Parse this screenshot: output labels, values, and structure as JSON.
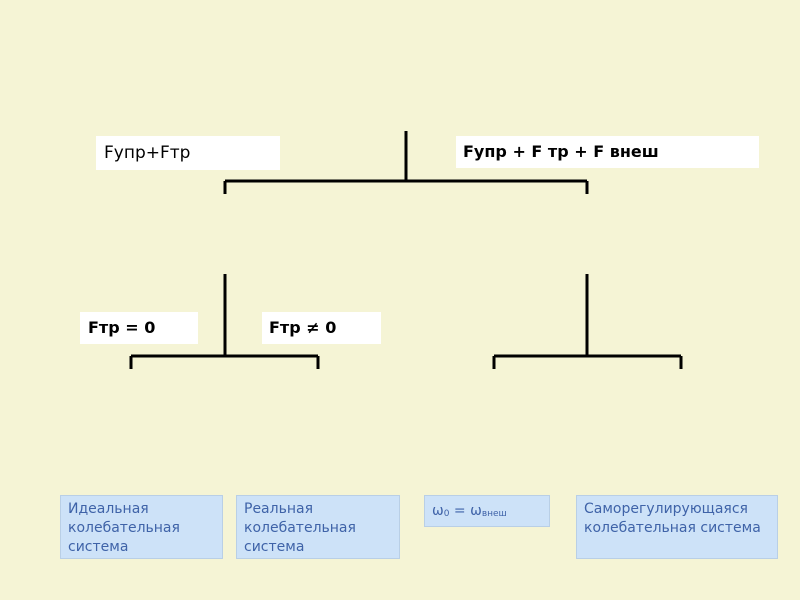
{
  "top_formulas": {
    "left": "Fупр+Fтр",
    "right": "Fупр + F тр + F внеш"
  },
  "friction_conditions": {
    "zero": "Fтр = 0",
    "nonzero": "Fтр ≠ 0"
  },
  "outcomes": {
    "ideal": "Идеальная колебательная система",
    "real": "Реальная колебательная система",
    "resonance_omega": "ω",
    "resonance_sub0": "0",
    "resonance_eq": " = ω",
    "resonance_subext": "внеш",
    "self_regulating": "Саморегулирующаяся колебательная система"
  },
  "colors": {
    "background": "#f5f4d5",
    "box_fill": "#cde2f8",
    "box_text": "#3f63a8",
    "lines": "#000000"
  }
}
